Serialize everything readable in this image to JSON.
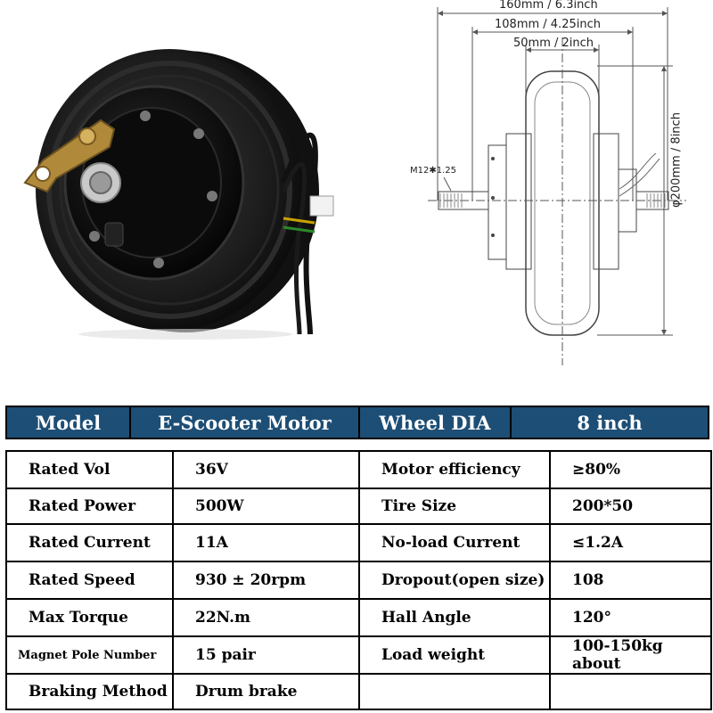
{
  "drawing": {
    "dim_outer": "160mm / 6.3inch",
    "dim_middle": "108mm / 4.25inch",
    "dim_inner": "50mm / 2inch",
    "dim_diameter": "φ200mm / 8inch",
    "thread": "M12✱1.25"
  },
  "header": {
    "model_label": "Model",
    "model_value": "E-Scooter Motor",
    "wheel_label": "Wheel DIA",
    "wheel_value": "8 inch"
  },
  "specs": [
    {
      "left_label": "Rated Vol",
      "left_value": "36V",
      "right_label": "Motor efficiency",
      "right_value": "≥80%"
    },
    {
      "left_label": "Rated Power",
      "left_value": "500W",
      "right_label": "Tire Size",
      "right_value": "200*50"
    },
    {
      "left_label": "Rated Current",
      "left_value": "11A",
      "right_label": "No-load Current",
      "right_value": "≤1.2A"
    },
    {
      "left_label": "Rated Speed",
      "left_value": "930 ± 20rpm",
      "right_label": "Dropout(open size)",
      "right_value": "108"
    },
    {
      "left_label": "Max Torque",
      "left_value": "22N.m",
      "right_label": "Hall Angle",
      "right_value": "120°"
    },
    {
      "left_label": "Magnet Pole Number",
      "left_value": "15 pair",
      "right_label": "Load weight",
      "right_value": "100-150kg about"
    },
    {
      "left_label": "Braking Method",
      "left_value": "Drum brake",
      "right_label": "",
      "right_value": ""
    }
  ]
}
